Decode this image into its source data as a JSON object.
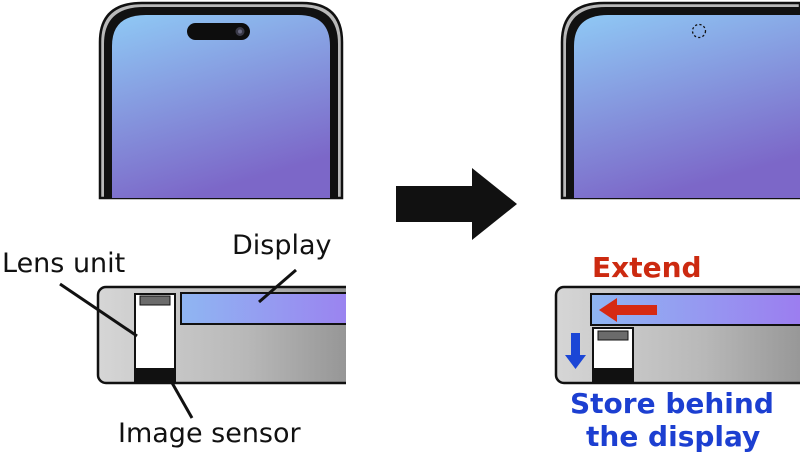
{
  "left_panel": {
    "labels": {
      "display": "Display",
      "lens_unit": "Lens unit",
      "image_sensor": "Image sensor"
    }
  },
  "right_panel": {
    "labels": {
      "extend": "Extend",
      "store_line1": "Store behind",
      "store_line2": "the display"
    }
  },
  "colors": {
    "extend_text": "#cc2a10",
    "store_text": "#1c3fd1",
    "red_arrow": "#d62a12",
    "blue_arrow": "#1b46d6",
    "screen_top": "#8fc9f5",
    "screen_bottom": "#7c67c8",
    "display_strip_left": "#8fb6f2",
    "display_strip_right": "#9c7cf0"
  },
  "icons": {
    "transition": "right-arrow-icon",
    "extend_arrow": "left-arrow-icon",
    "store_arrow": "down-arrow-icon"
  }
}
